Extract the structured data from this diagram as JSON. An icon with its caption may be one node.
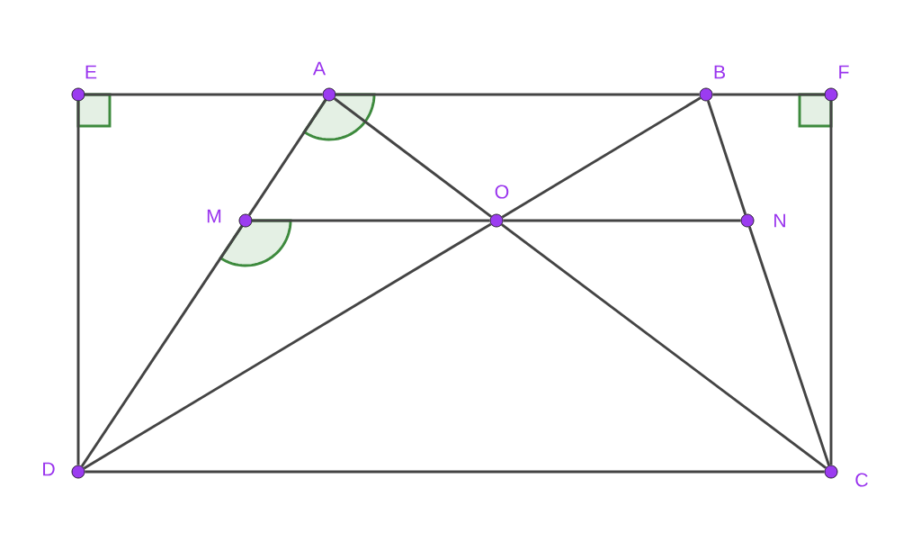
{
  "diagram": {
    "nodes": [
      {
        "text": [],
        "shape": "circle",
        "beside": [
          "E"
        ]
      },
      {
        "text": [],
        "shape": "circle",
        "beside": [
          "A"
        ]
      },
      {
        "text": [],
        "shape": "circle",
        "beside": [
          "B"
        ]
      },
      {
        "text": [],
        "shape": "circle",
        "beside": [
          "F"
        ]
      },
      {
        "text": [],
        "shape": "circle",
        "beside": [
          "M"
        ]
      },
      {
        "text": [],
        "shape": "circle",
        "beside": [
          "O"
        ]
      },
      {
        "text": [],
        "shape": "circle",
        "beside": [
          "N"
        ]
      },
      {
        "text": [],
        "shape": "circle",
        "beside": [
          "D"
        ]
      },
      {
        "text": [],
        "shape": "circle",
        "beside": [
          "C"
        ]
      }
    ],
    "edges": [
      {
        "from": 0,
        "to": 1,
        "arrow": "none"
      },
      {
        "from": 1,
        "to": 2,
        "arrow": "none"
      },
      {
        "from": 2,
        "to": 3,
        "arrow": "none"
      },
      {
        "from": 0,
        "to": 7,
        "arrow": "none"
      },
      {
        "from": 3,
        "to": 8,
        "arrow": "none"
      },
      {
        "from": 7,
        "to": 8,
        "arrow": "none"
      },
      {
        "from": 1,
        "to": 4,
        "arrow": "none"
      },
      {
        "from": 4,
        "to": 7,
        "arrow": "none"
      },
      {
        "from": 1,
        "to": 5,
        "arrow": "none"
      },
      {
        "from": 5,
        "to": 8,
        "arrow": "none"
      },
      {
        "from": 2,
        "to": 5,
        "arrow": "none"
      },
      {
        "from": 5,
        "to": 7,
        "arrow": "none"
      },
      {
        "from": 2,
        "to": 6,
        "arrow": "none"
      },
      {
        "from": 6,
        "to": 8,
        "arrow": "none"
      },
      {
        "from": 4,
        "to": 5,
        "arrow": "none"
      },
      {
        "from": 5,
        "to": 6,
        "arrow": "none"
      }
    ]
  }
}
